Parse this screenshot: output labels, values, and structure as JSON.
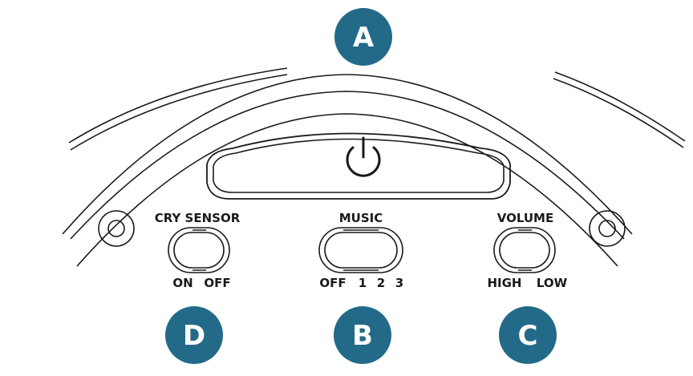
{
  "colors": {
    "badge": "#236a88",
    "stroke": "#1a1a1a",
    "background": "#ffffff"
  },
  "icons": {
    "power": "power-icon"
  },
  "callouts": {
    "a": "A",
    "b": "B",
    "c": "C",
    "d": "D"
  },
  "controls": {
    "cry_sensor": {
      "title": "CRY SENSOR",
      "positions": [
        "ON",
        "OFF"
      ]
    },
    "music": {
      "title": "MUSIC",
      "positions": [
        "OFF",
        "1",
        "2",
        "3"
      ]
    },
    "volume": {
      "title": "VOLUME",
      "positions": [
        "HIGH",
        "LOW"
      ]
    }
  }
}
